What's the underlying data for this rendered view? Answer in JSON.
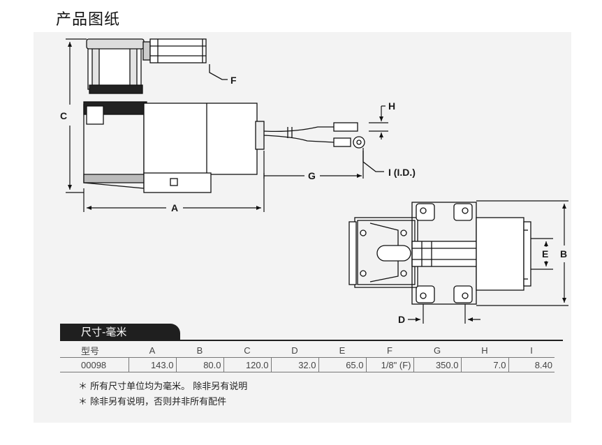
{
  "page_title": "产品图纸",
  "drawing": {
    "labels": {
      "a": "A",
      "b": "B",
      "c": "C",
      "d": "D",
      "e": "E",
      "f": "F",
      "g": "G",
      "h": "H",
      "i": "I (I.D.)"
    }
  },
  "dimensions": {
    "section_title": "尺寸-毫米",
    "headers": [
      "型号",
      "A",
      "B",
      "C",
      "D",
      "E",
      "F",
      "G",
      "H",
      "I"
    ],
    "rows": [
      [
        "00098",
        "143.0",
        "80.0",
        "120.0",
        "32.0",
        "65.0",
        "1/8\" (F)",
        "350.0",
        "7.0",
        "8.40"
      ]
    ]
  },
  "notes": [
    "＊ 所有尺寸单位均为毫米。 除非另有说明",
    "＊ 除非另有说明，否则并非所有配件"
  ]
}
